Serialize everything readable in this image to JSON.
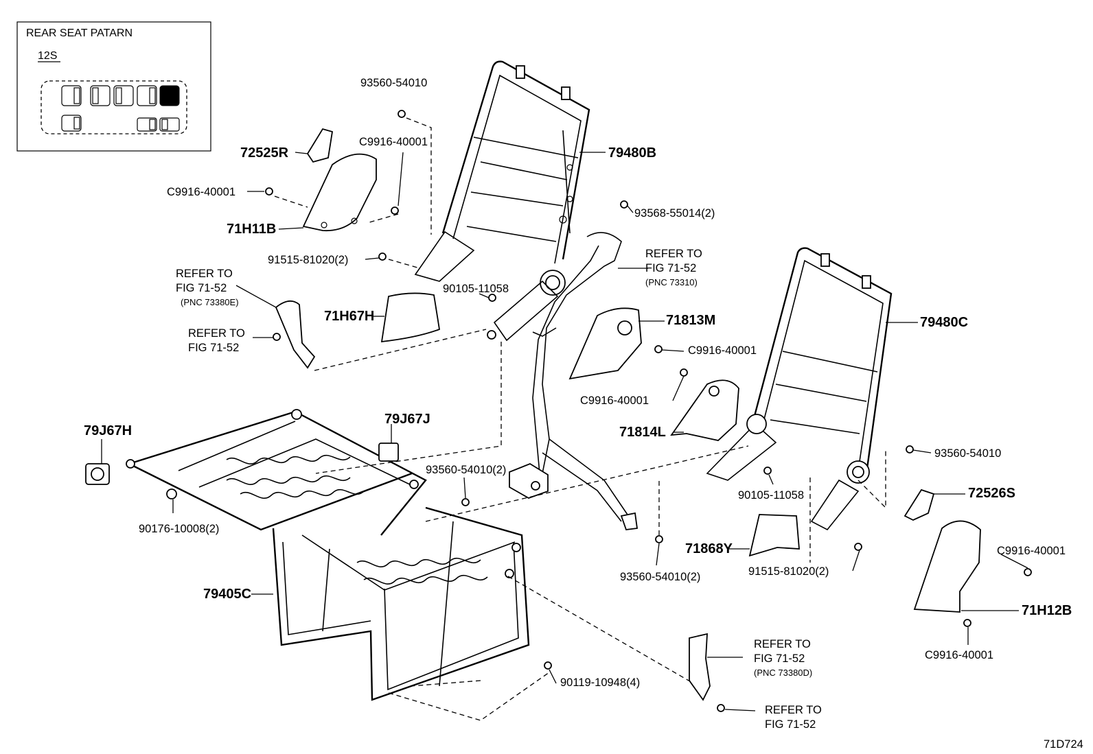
{
  "legend": {
    "title": "REAR SEAT PATARN",
    "seat_config": "12S",
    "rows": [
      {
        "seats": [
          "seat",
          "seat",
          "seat",
          "seat",
          "seat-highlighted"
        ]
      },
      {
        "seats": [
          "seat",
          "seat",
          "seat"
        ]
      }
    ]
  },
  "parts": {
    "p93560_top": "93560-54010",
    "p72525R": "72525R",
    "pC9916_a": "C9916-40001",
    "pC9916_b": "C9916-40001",
    "p71H11B": "71H11B",
    "p91515_left": "91515-81020(2)",
    "p90105_left": "90105-11058",
    "p71H67H": "71H67H",
    "p79480B": "79480B",
    "p93568": "93568-55014(2)",
    "p71813M": "71813M",
    "pC9916_c": "C9916-40001",
    "pC9916_d": "C9916-40001",
    "p71814L": "71814L",
    "p79480C": "79480C",
    "p93560_right": "93560-54010",
    "p90105_right": "90105-11058",
    "p72526S": "72526S",
    "p71868Y": "71868Y",
    "p91515_right": "91515-81020(2)",
    "pC9916_e": "C9916-40001",
    "p71H12B": "71H12B",
    "pC9916_f": "C9916-40001",
    "p93560_mid2": "93560-54010(2)",
    "p93560_bottom2": "93560-54010(2)",
    "p79J67H": "79J67H",
    "p79J67J": "79J67J",
    "p90176": "90176-10008(2)",
    "p79405C": "79405C",
    "p90119": "90119-10948(4)"
  },
  "references": {
    "ref_a_l1": "REFER TO",
    "ref_a_l2": "FIG 71-52",
    "ref_a_pnc": "(PNC 73380E)",
    "ref_b_l1": "REFER TO",
    "ref_b_l2": "FIG 71-52",
    "ref_c_l1": "REFER TO",
    "ref_c_l2": "FIG 71-52",
    "ref_c_pnc": "(PNC 73310)",
    "ref_d_l1": "REFER TO",
    "ref_d_l2": "FIG 71-52",
    "ref_d_pnc": "(PNC 73380D)",
    "ref_e_l1": "REFER TO",
    "ref_e_l2": "FIG 71-52"
  },
  "figure_id": "71D724"
}
